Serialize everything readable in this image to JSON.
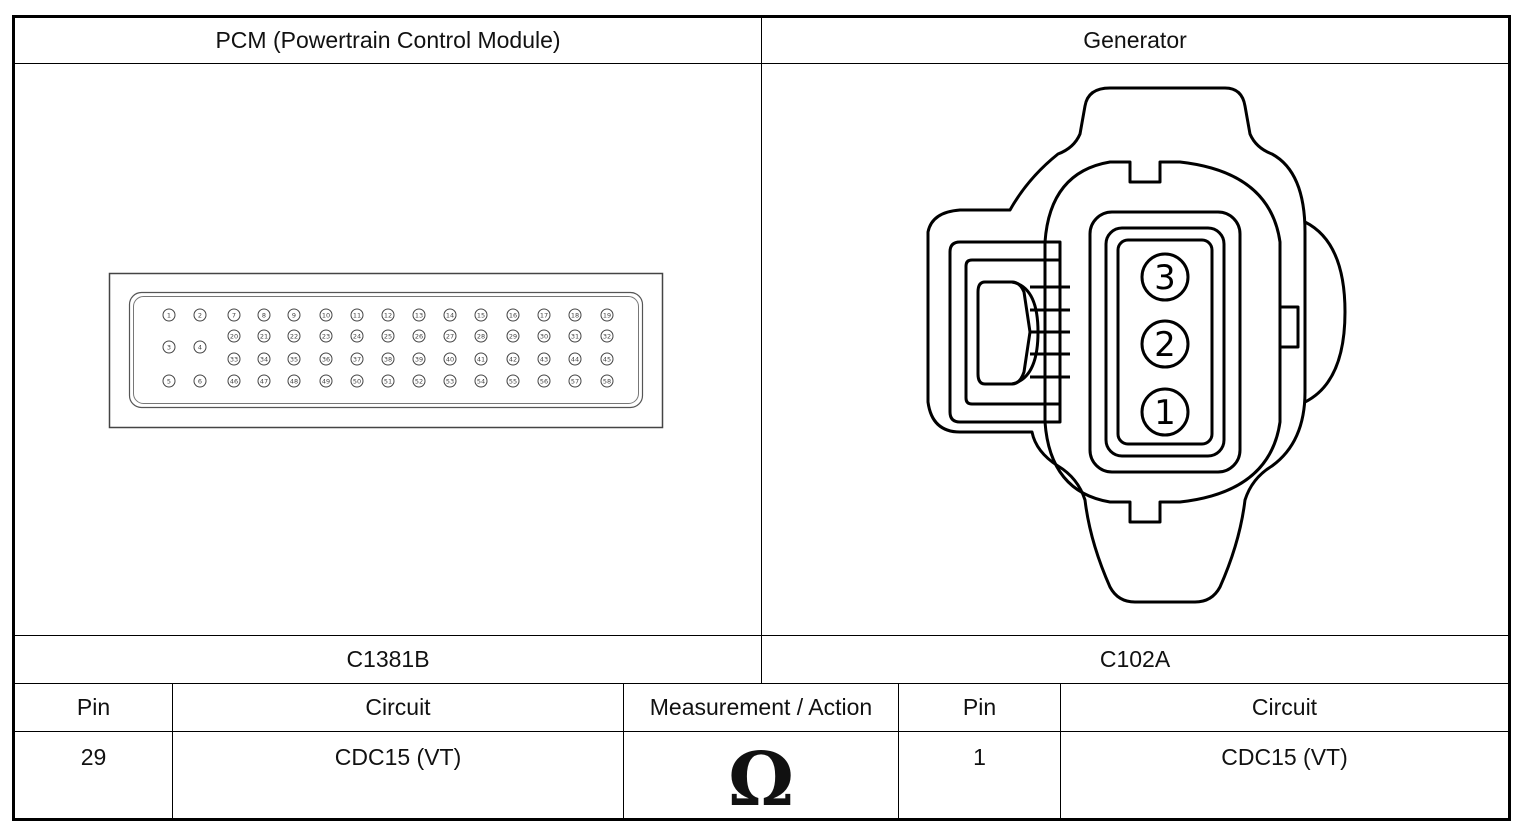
{
  "header": {
    "left_component": "PCM (Powertrain Control Module)",
    "right_component": "Generator"
  },
  "connectors": {
    "left_id": "C1381B",
    "right_id": "C102A"
  },
  "pcm_connector": {
    "rows": [
      [
        "1",
        "2",
        "7",
        "8",
        "9",
        "10",
        "11",
        "12",
        "13",
        "14",
        "15",
        "16",
        "17",
        "18",
        "19"
      ],
      [
        "",
        "",
        "20",
        "21",
        "22",
        "23",
        "24",
        "25",
        "26",
        "27",
        "28",
        "29",
        "30",
        "31",
        "32"
      ],
      [
        "3",
        "4",
        "",
        "",
        "",
        "",
        "",
        "",
        "",
        "",
        "",
        "",
        "",
        "",
        ""
      ],
      [
        "",
        "",
        "33",
        "34",
        "35",
        "36",
        "37",
        "38",
        "39",
        "40",
        "41",
        "42",
        "43",
        "44",
        "45"
      ],
      [
        "5",
        "6",
        "46",
        "47",
        "48",
        "49",
        "50",
        "51",
        "52",
        "53",
        "54",
        "55",
        "56",
        "57",
        "58"
      ]
    ]
  },
  "generator_connector": {
    "pins": [
      "3",
      "2",
      "1"
    ]
  },
  "table": {
    "headers": [
      "Pin",
      "Circuit",
      "Measurement / Action",
      "Pin",
      "Circuit"
    ],
    "row": {
      "pin_a": "29",
      "circuit_a": "CDC15 (VT)",
      "measurement_symbol": "Ω",
      "pin_b": "1",
      "circuit_b": "CDC15 (VT)"
    }
  }
}
